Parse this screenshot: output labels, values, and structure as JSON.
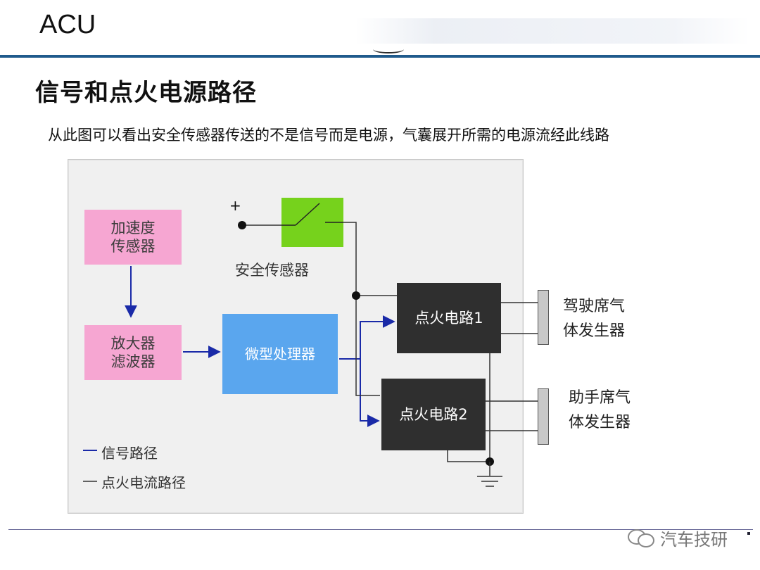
{
  "header": {
    "title": "ACU"
  },
  "slide": {
    "title": "信号和点火电源路径",
    "description": "从此图可以看出安全传感器传送的不是信号而是电源，气囊展开所需的电源流经此线路"
  },
  "diagram": {
    "accel_sensor": "加速度\n传感器",
    "amp_filter": "放大器\n滤波器",
    "microprocessor": "微型处理器",
    "safety_sensor_label": "安全传感器",
    "plus_sign": "+",
    "ignition_1": "点火电路1",
    "ignition_2": "点火电路2",
    "driver_generator": "驾驶席气\n体发生器",
    "passenger_generator": "助手席气\n体发生器",
    "legend_signal": "信号路径",
    "legend_current": "点火电流路径",
    "colors": {
      "signal": "#1a2aa8",
      "current": "#333333",
      "pink": "#f6a6d2",
      "blue": "#5aa6ee",
      "green": "#76d21c",
      "dark": "#2f2f2f"
    }
  },
  "footer": {
    "watermark": "汽车技研"
  }
}
